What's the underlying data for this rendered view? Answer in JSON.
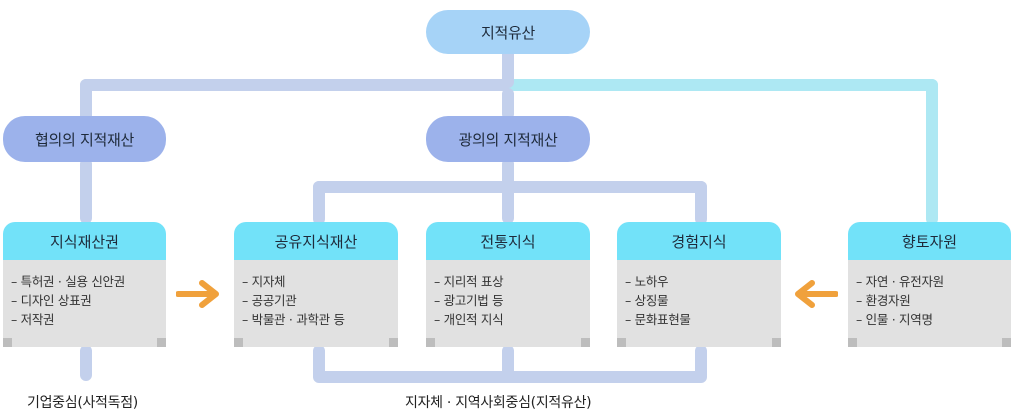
{
  "root": {
    "label": "지적유산"
  },
  "narrow": {
    "label": "협의의 지적재산"
  },
  "broad": {
    "label": "광의의 지적재산"
  },
  "cards": [
    {
      "title": "지식재산권",
      "items": [
        "– 특허권 · 실용 신안권",
        "– 디자인 상표권",
        "– 저작권"
      ]
    },
    {
      "title": "공유지식재산",
      "items": [
        "– 지자체",
        "– 공공기관",
        "– 박물관 · 과학관 등"
      ]
    },
    {
      "title": "전통지식",
      "items": [
        "– 지리적 표상",
        "– 광고기법 등",
        "– 개인적 지식"
      ]
    },
    {
      "title": "경험지식",
      "items": [
        "– 노하우",
        "– 상징물",
        "– 문화표현물"
      ]
    },
    {
      "title": "향토자원",
      "items": [
        "– 자연 · 유전자원",
        "– 환경자원",
        "– 인물 · 지역명"
      ]
    }
  ],
  "captions": {
    "left": "기업중심(사적독점)",
    "center": "지자체  ·  지역사회중심(지적유산)"
  },
  "colors": {
    "root_pill": "#a6d3f7",
    "category_pill": "#9cb2eb",
    "card_header": "#72e2f9",
    "card_body": "#e1e1e1",
    "connector_blue": "#c3d0ec",
    "connector_cyan": "#ade8f3",
    "arrow": "#f0a13c"
  },
  "icons": {
    "left_arrow": "arrow-right-icon",
    "right_arrow": "arrow-left-icon"
  }
}
